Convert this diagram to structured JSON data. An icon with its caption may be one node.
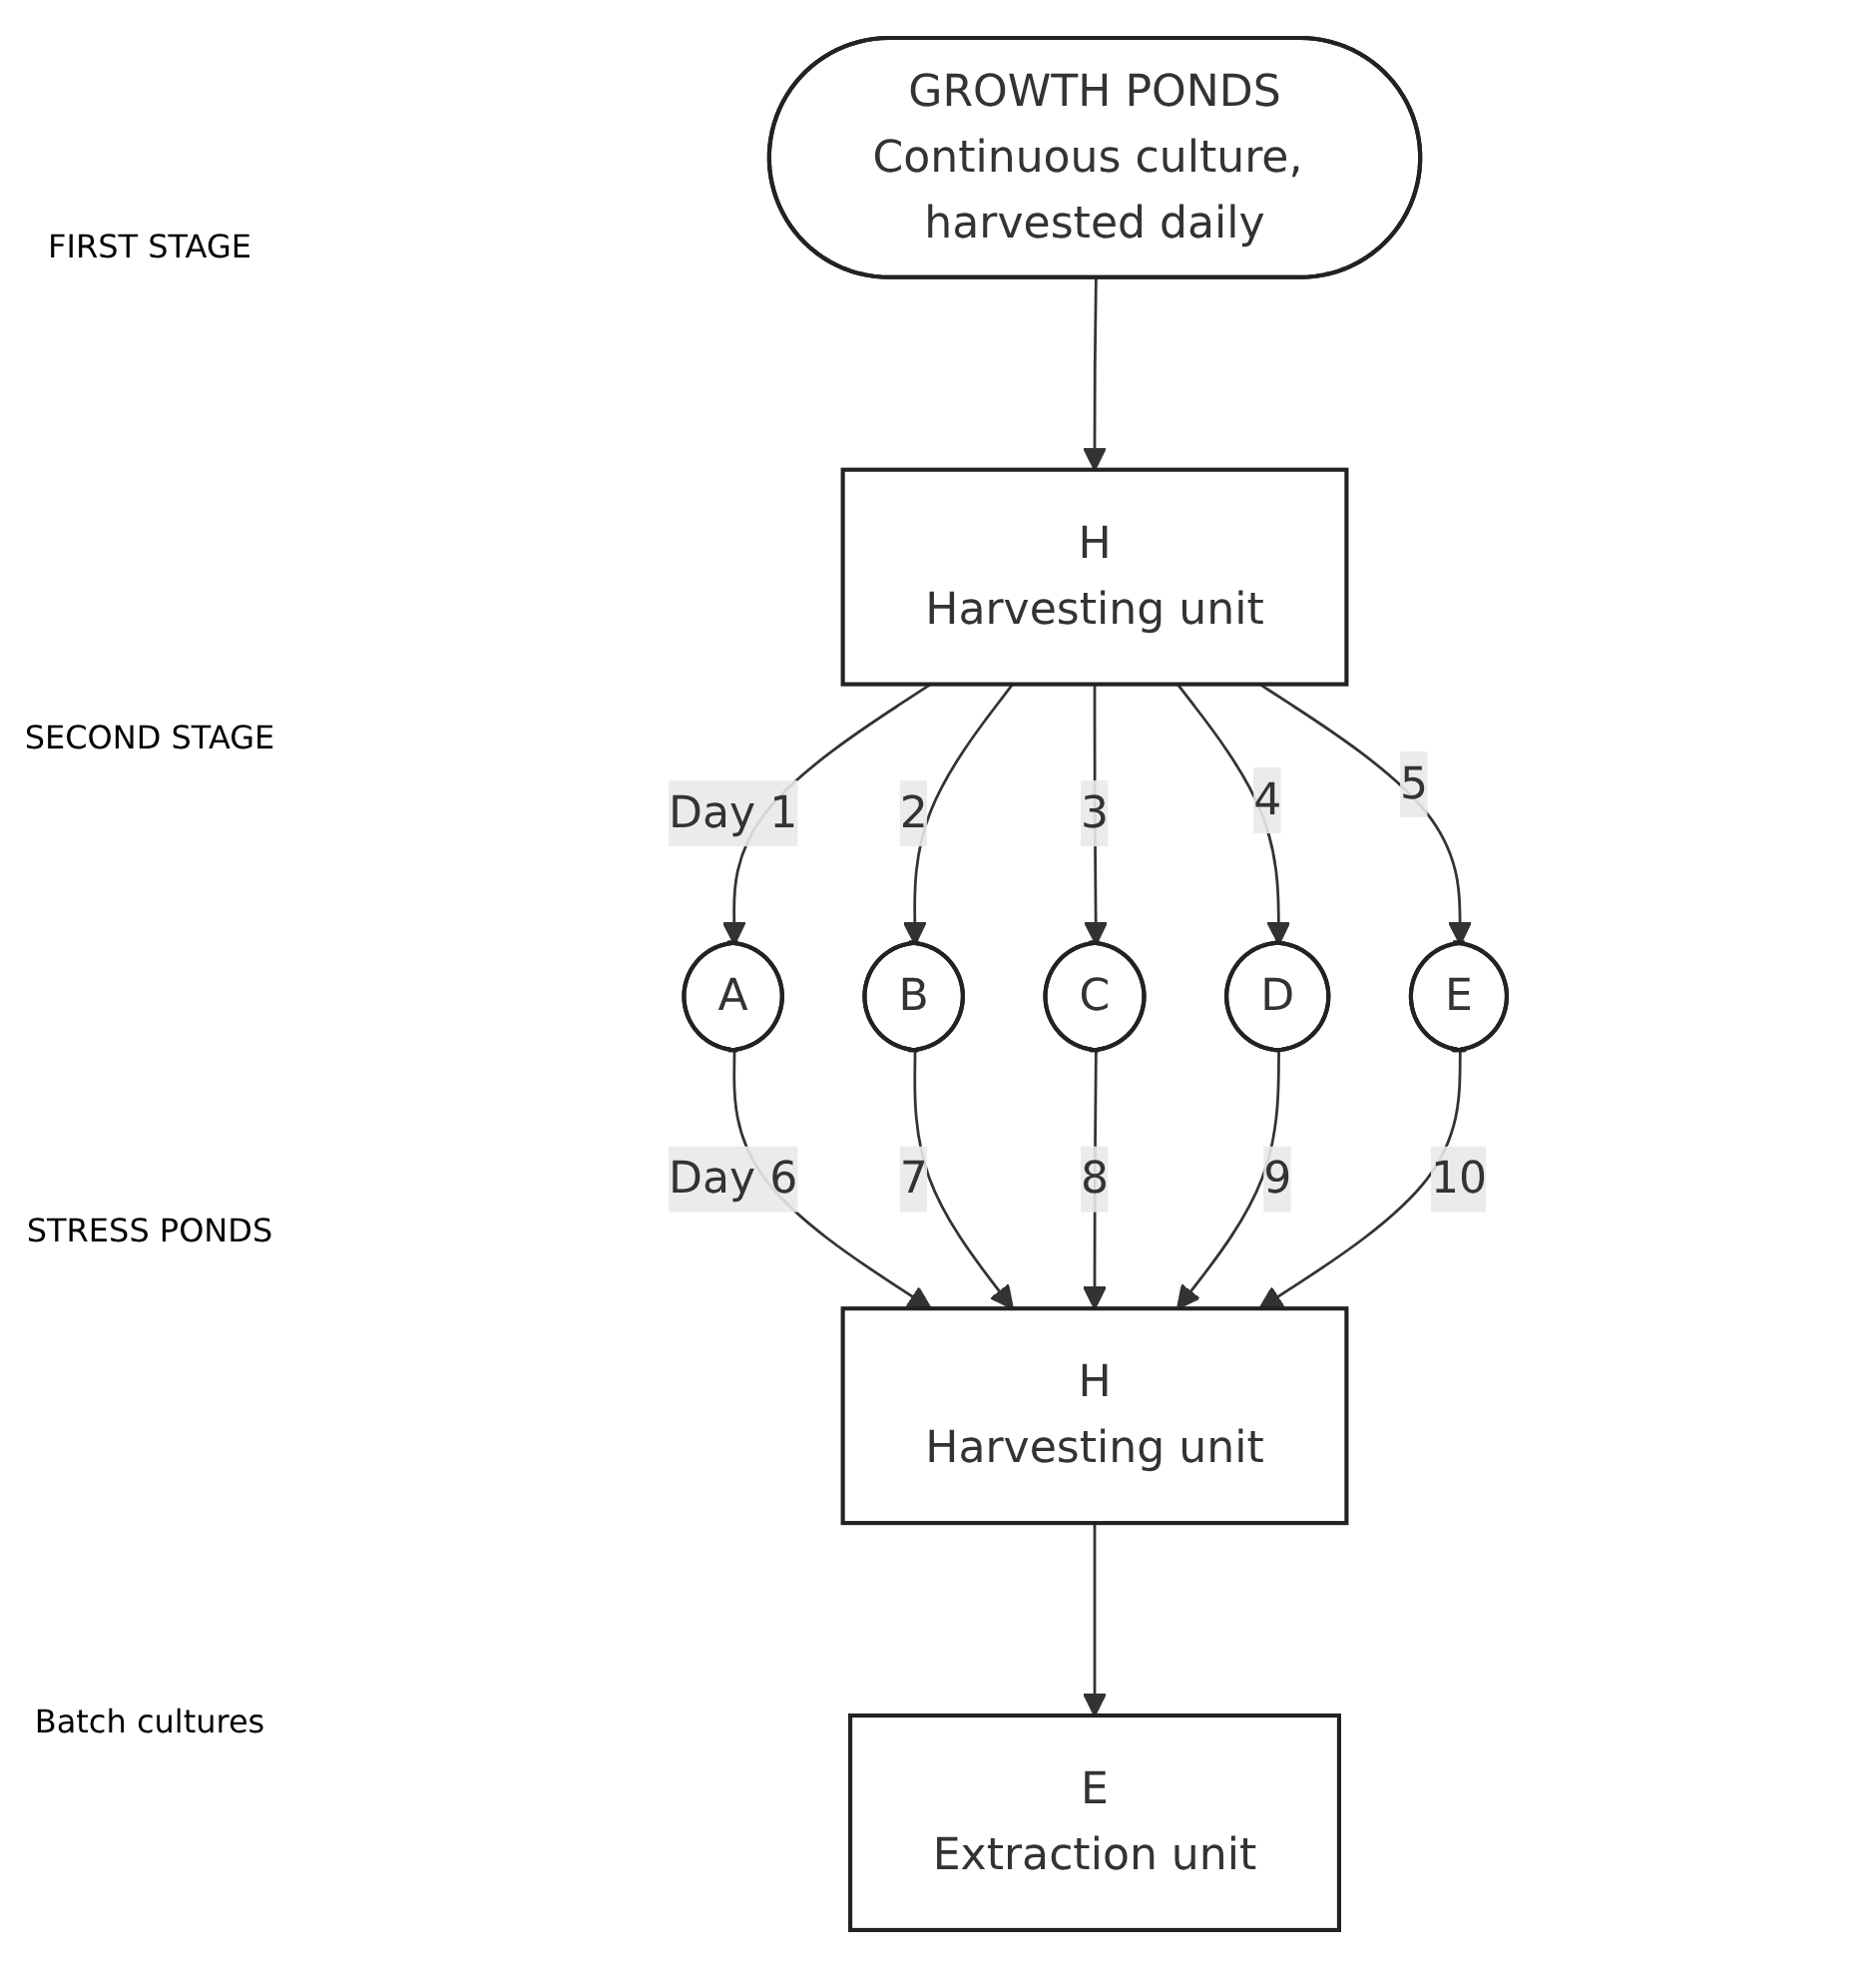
{
  "diagram": {
    "nodes": [
      {
        "text": [
          "GROWTH PONDS",
          "Continuous culture, harvested daily"
        ]
      },
      {
        "text": [
          "H",
          "Harvesting unit"
        ]
      },
      {
        "text": [
          "A"
        ]
      },
      {
        "text": [
          "B"
        ]
      },
      {
        "text": [
          "C"
        ]
      },
      {
        "text": [
          "D"
        ]
      },
      {
        "text": [
          "E"
        ]
      },
      {
        "text": [
          "H",
          "Harvesting unit"
        ]
      },
      {
        "text": [
          "E",
          "Extraction unit"
        ]
      }
    ],
    "edges": [
      {
        "from": 0,
        "to": 1,
        "arrow": "to"
      },
      {
        "from": 1,
        "to": 2,
        "arrow": "to",
        "label": "Day 1"
      },
      {
        "from": 1,
        "to": 3,
        "arrow": "to",
        "label": "2"
      },
      {
        "from": 1,
        "to": 4,
        "arrow": "to",
        "label": "3"
      },
      {
        "from": 1,
        "to": 5,
        "arrow": "to",
        "label": "4"
      },
      {
        "from": 1,
        "to": 6,
        "arrow": "to",
        "label": "5"
      },
      {
        "from": 2,
        "to": 7,
        "arrow": "to",
        "label": "Day 6"
      },
      {
        "from": 3,
        "to": 7,
        "arrow": "to",
        "label": "7"
      },
      {
        "from": 4,
        "to": 7,
        "arrow": "to",
        "label": "8"
      },
      {
        "from": 5,
        "to": 7,
        "arrow": "to",
        "label": "9"
      },
      {
        "from": 6,
        "to": 7,
        "arrow": "to",
        "label": "10"
      },
      {
        "from": 7,
        "to": 8,
        "arrow": "to"
      }
    ],
    "labels": [
      "FIRST STAGE",
      "SECOND STAGE",
      "STRESS PONDS",
      "Batch cultures"
    ]
  }
}
